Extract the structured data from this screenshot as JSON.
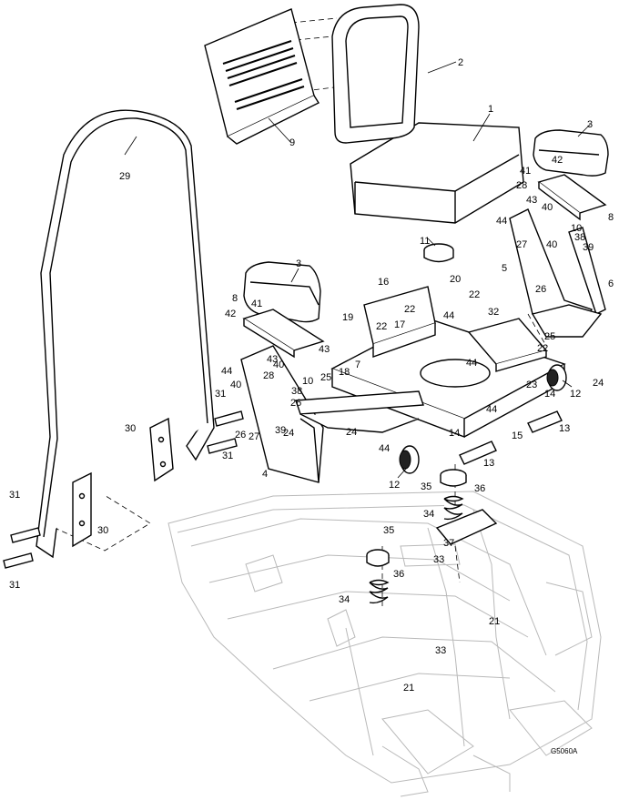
{
  "drawing_code": "G5060A",
  "callouts": [
    {
      "id": "c1",
      "label": "1"
    },
    {
      "id": "c2",
      "label": "2"
    },
    {
      "id": "c3a",
      "label": "3"
    },
    {
      "id": "c3b",
      "label": "3"
    },
    {
      "id": "c4",
      "label": "4"
    },
    {
      "id": "c5",
      "label": "5"
    },
    {
      "id": "c6",
      "label": "6"
    },
    {
      "id": "c7",
      "label": "7"
    },
    {
      "id": "c8a",
      "label": "8"
    },
    {
      "id": "c8b",
      "label": "8"
    },
    {
      "id": "c9",
      "label": "9"
    },
    {
      "id": "c10a",
      "label": "10"
    },
    {
      "id": "c10b",
      "label": "10"
    },
    {
      "id": "c11",
      "label": "11"
    },
    {
      "id": "c12a",
      "label": "12"
    },
    {
      "id": "c12b",
      "label": "12"
    },
    {
      "id": "c13a",
      "label": "13"
    },
    {
      "id": "c13b",
      "label": "13"
    },
    {
      "id": "c14a",
      "label": "14"
    },
    {
      "id": "c14b",
      "label": "14"
    },
    {
      "id": "c15",
      "label": "15"
    },
    {
      "id": "c16",
      "label": "16"
    },
    {
      "id": "c17",
      "label": "17"
    },
    {
      "id": "c18",
      "label": "18"
    },
    {
      "id": "c19",
      "label": "19"
    },
    {
      "id": "c20",
      "label": "20"
    },
    {
      "id": "c21a",
      "label": "21"
    },
    {
      "id": "c21b",
      "label": "21"
    },
    {
      "id": "c22a",
      "label": "22"
    },
    {
      "id": "c22b",
      "label": "22"
    },
    {
      "id": "c22c",
      "label": "22"
    },
    {
      "id": "c22d",
      "label": "22"
    },
    {
      "id": "c23",
      "label": "23"
    },
    {
      "id": "c24a",
      "label": "24"
    },
    {
      "id": "c24b",
      "label": "24"
    },
    {
      "id": "c24c",
      "label": "24"
    },
    {
      "id": "c25a",
      "label": "25"
    },
    {
      "id": "c25b",
      "label": "25"
    },
    {
      "id": "c26a",
      "label": "26"
    },
    {
      "id": "c26b",
      "label": "26"
    },
    {
      "id": "c26c",
      "label": "26"
    },
    {
      "id": "c27a",
      "label": "27"
    },
    {
      "id": "c27b",
      "label": "27"
    },
    {
      "id": "c28a",
      "label": "28"
    },
    {
      "id": "c28b",
      "label": "28"
    },
    {
      "id": "c29",
      "label": "29"
    },
    {
      "id": "c30a",
      "label": "30"
    },
    {
      "id": "c30b",
      "label": "30"
    },
    {
      "id": "c31a",
      "label": "31"
    },
    {
      "id": "c31b",
      "label": "31"
    },
    {
      "id": "c31c",
      "label": "31"
    },
    {
      "id": "c31d",
      "label": "31"
    },
    {
      "id": "c32",
      "label": "32"
    },
    {
      "id": "c33a",
      "label": "33"
    },
    {
      "id": "c33b",
      "label": "33"
    },
    {
      "id": "c34a",
      "label": "34"
    },
    {
      "id": "c34b",
      "label": "34"
    },
    {
      "id": "c35a",
      "label": "35"
    },
    {
      "id": "c35b",
      "label": "35"
    },
    {
      "id": "c36a",
      "label": "36"
    },
    {
      "id": "c36b",
      "label": "36"
    },
    {
      "id": "c37",
      "label": "37"
    },
    {
      "id": "c38a",
      "label": "38"
    },
    {
      "id": "c38b",
      "label": "38"
    },
    {
      "id": "c39a",
      "label": "39"
    },
    {
      "id": "c39b",
      "label": "39"
    },
    {
      "id": "c40a",
      "label": "40"
    },
    {
      "id": "c40b",
      "label": "40"
    },
    {
      "id": "c40c",
      "label": "40"
    },
    {
      "id": "c40d",
      "label": "40"
    },
    {
      "id": "c41a",
      "label": "41"
    },
    {
      "id": "c41b",
      "label": "41"
    },
    {
      "id": "c42a",
      "label": "42"
    },
    {
      "id": "c42b",
      "label": "42"
    },
    {
      "id": "c43a",
      "label": "43"
    },
    {
      "id": "c43b",
      "label": "43"
    },
    {
      "id": "c43c",
      "label": "43"
    },
    {
      "id": "c44a",
      "label": "44"
    },
    {
      "id": "c44b",
      "label": "44"
    },
    {
      "id": "c44c",
      "label": "44"
    },
    {
      "id": "c44d",
      "label": "44"
    },
    {
      "id": "c44e",
      "label": "44"
    },
    {
      "id": "c44f",
      "label": "44"
    }
  ]
}
